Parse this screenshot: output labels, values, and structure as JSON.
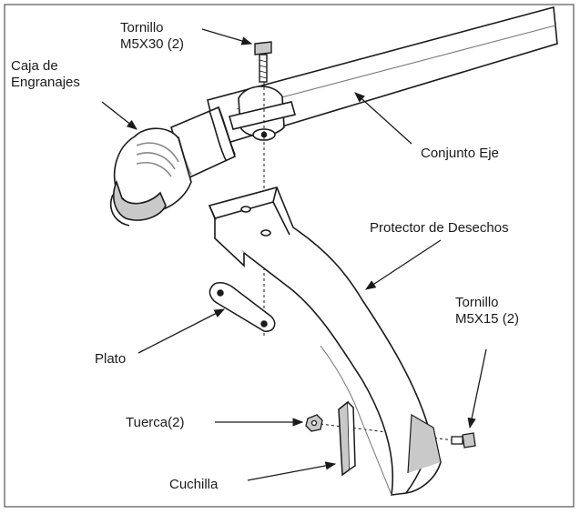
{
  "labels": {
    "tornillo_m5x30_line1": "Tornillo",
    "tornillo_m5x30_line2": "M5X30 (2)",
    "caja_line1": "Caja de",
    "caja_line2": "Engranajes",
    "conjunto_eje": "Conjunto Eje",
    "protector": "Protector de Desechos",
    "tornillo_m5x15_line1": "Tornillo",
    "tornillo_m5x15_line2": "M5X15 (2)",
    "plato": "Plato",
    "tuerca": "Tuerca(2)",
    "cuchilla": "Cuchilla"
  },
  "colors": {
    "line": "#1a1a1a",
    "fill": "#ffffff",
    "shade": "#c9c9c9",
    "frame": "#555555"
  }
}
